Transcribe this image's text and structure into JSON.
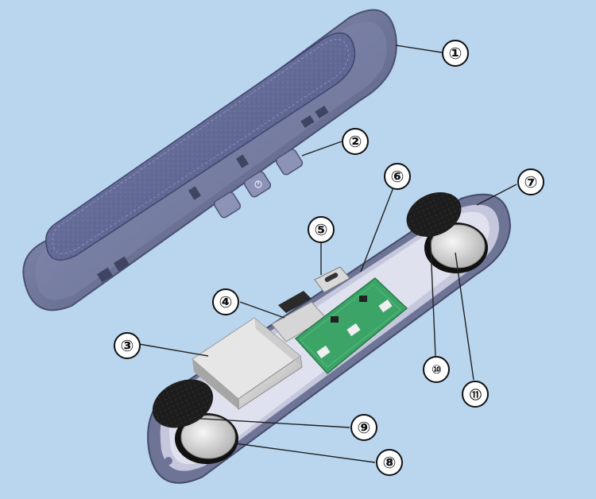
{
  "diagram": {
    "background": "#b9d6ee",
    "colors": {
      "shell": "#6e7598",
      "shell_dark": "#4f5578",
      "shell_light": "#9aa0c4",
      "leather": "#5a628f",
      "pcb": "#3ca568",
      "metal": "#c9c9c9",
      "foam": "#1f1f1f"
    },
    "callouts": [
      {
        "id": "1",
        "label": "①"
      },
      {
        "id": "2",
        "label": "②"
      },
      {
        "id": "3",
        "label": "③"
      },
      {
        "id": "4",
        "label": "④"
      },
      {
        "id": "5",
        "label": "⑤"
      },
      {
        "id": "6",
        "label": "⑥"
      },
      {
        "id": "7",
        "label": "⑦"
      },
      {
        "id": "8",
        "label": "⑧"
      },
      {
        "id": "9",
        "label": "⑨"
      },
      {
        "id": "10",
        "label": "⑩"
      },
      {
        "id": "11",
        "label": "⑪"
      }
    ]
  }
}
